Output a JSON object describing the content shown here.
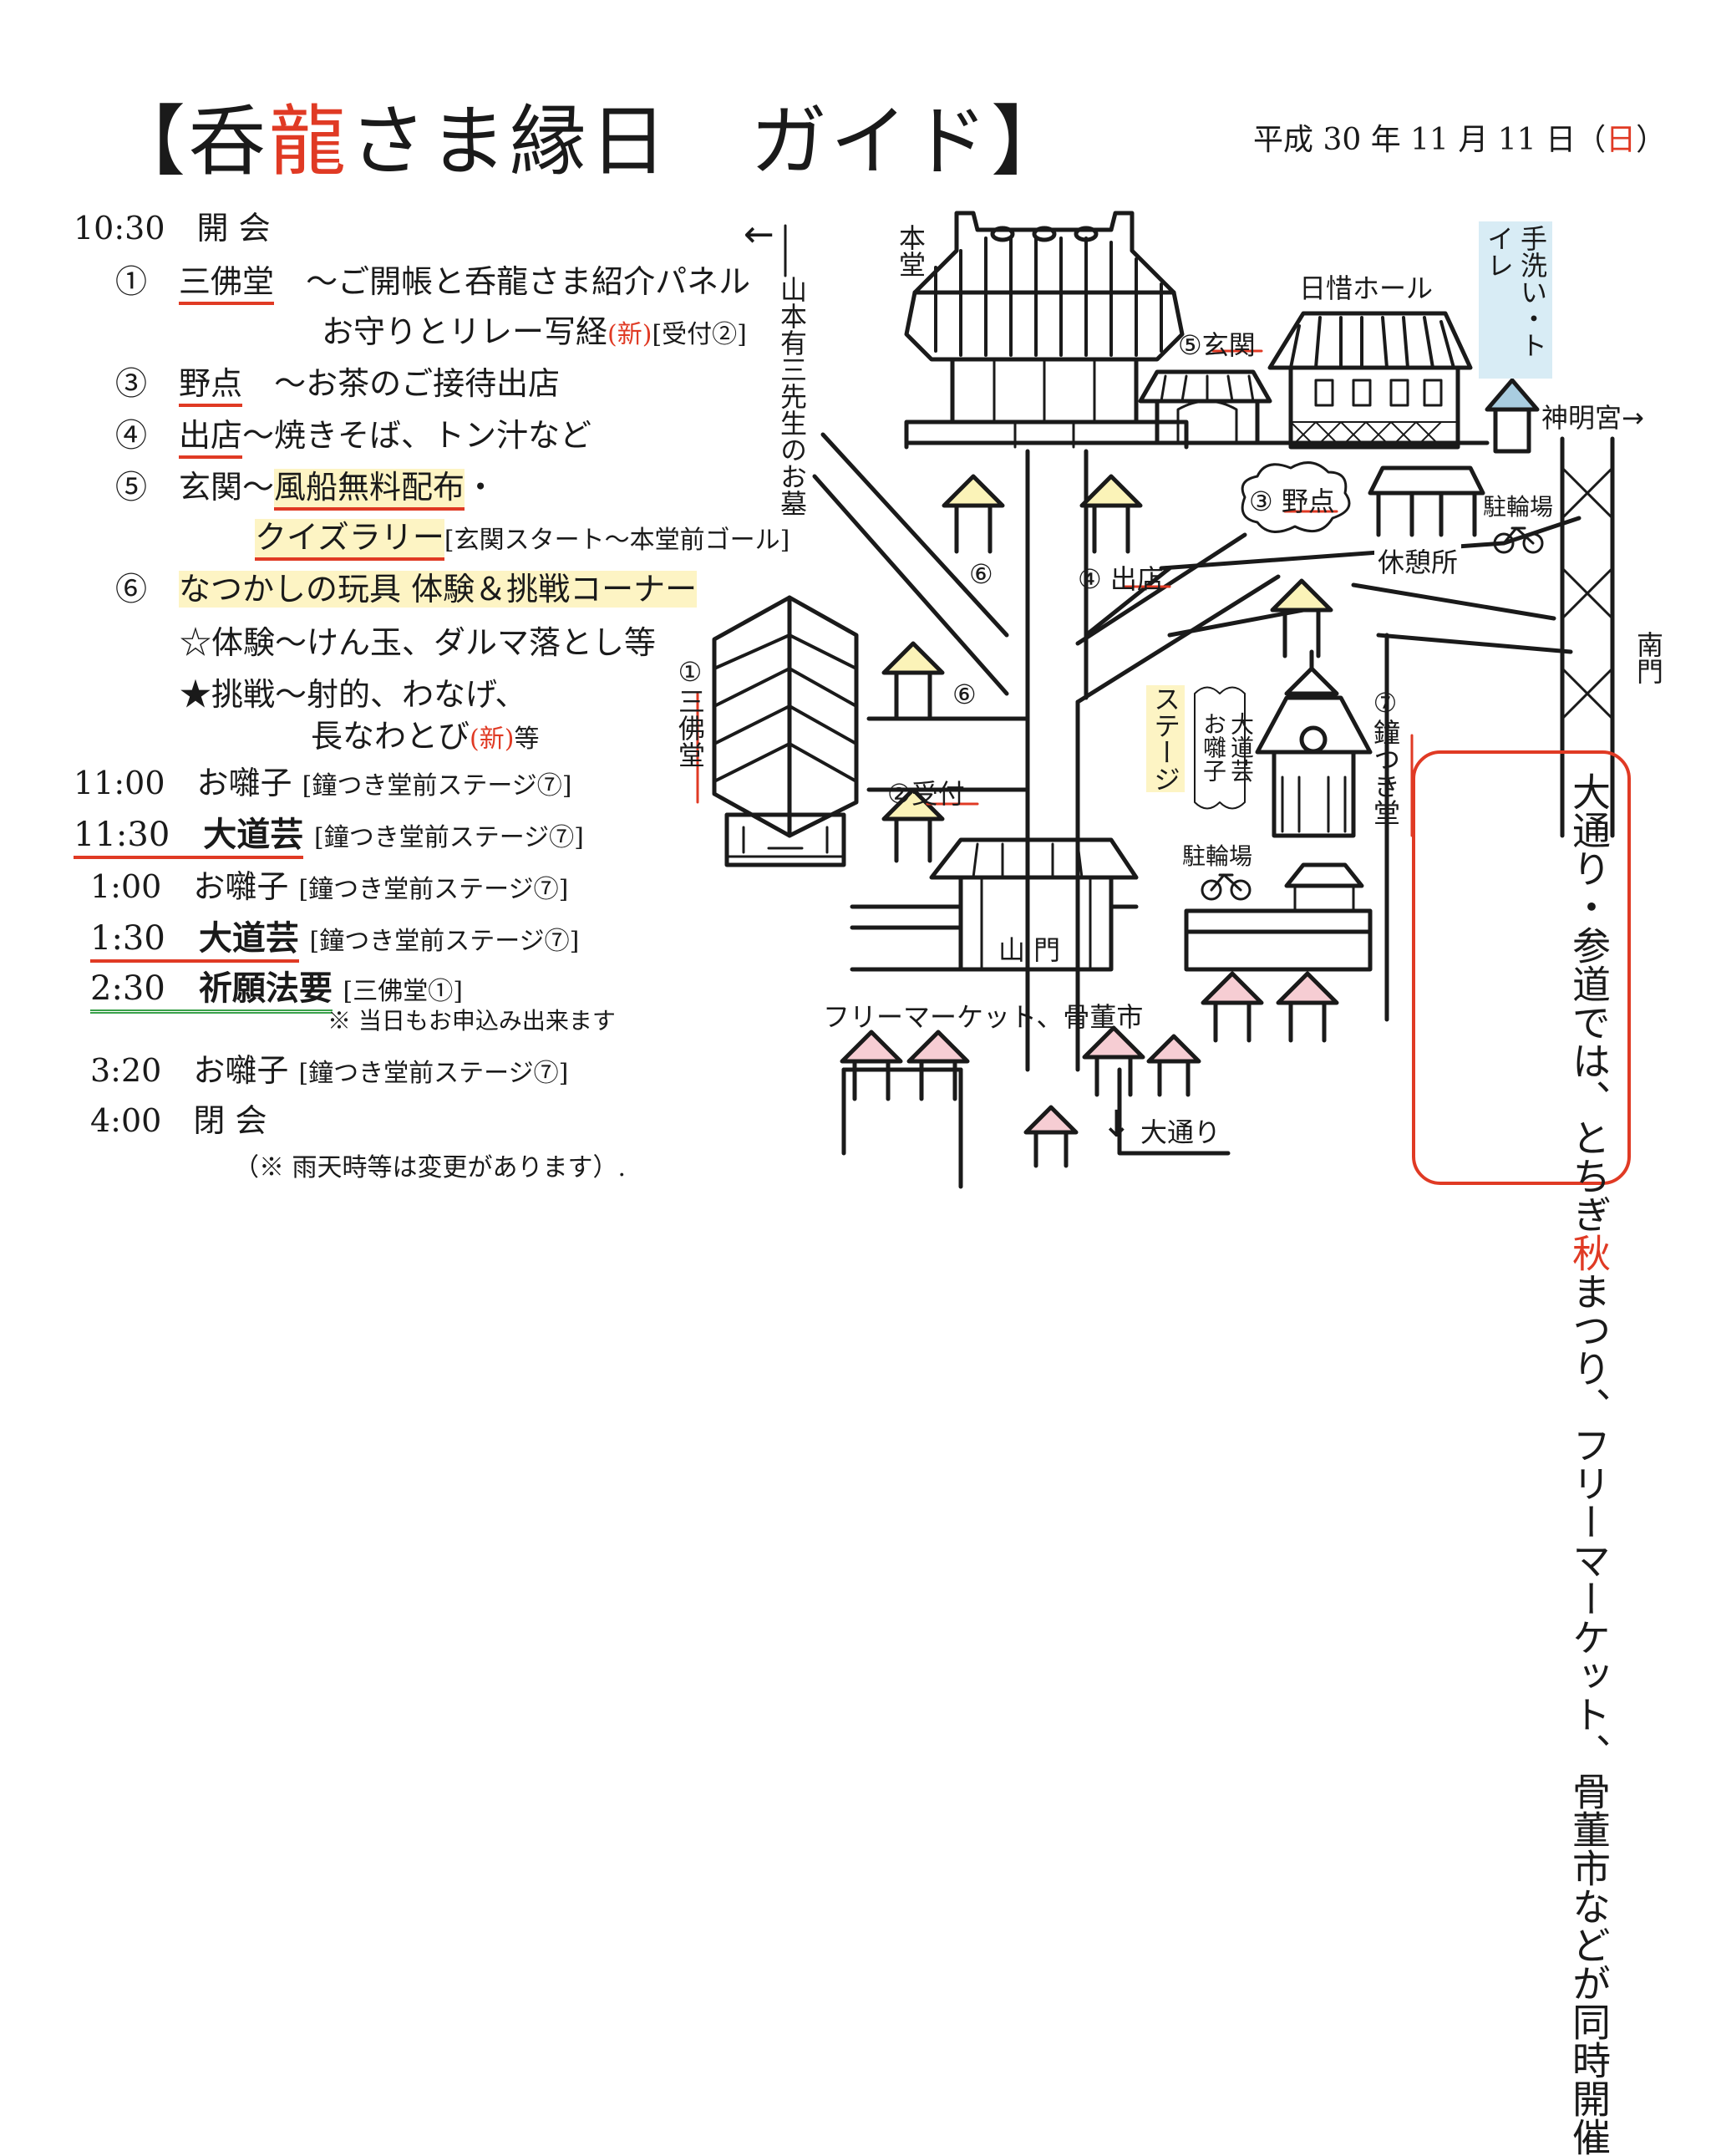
{
  "title": {
    "open": "【",
    "part1": "呑",
    "part2": "龍",
    "part3": "さま縁日　ガイド",
    "close": "】"
  },
  "date": {
    "main": "平成 30 年 11 月 11 日（",
    "day": "日",
    "end": "）"
  },
  "schedule": {
    "open_time": "10:30",
    "open_label": "開 会",
    "e1_num": "①",
    "e1_place": "三佛堂",
    "e1_desc": "～ご開帳と呑龍さま紹介パネル",
    "e1_line2": "お守りとリレー写経",
    "new_mark": "(新)",
    "e1_recep": "[受付②]",
    "e3_num": "③",
    "e3_place": "野点",
    "e3_desc": "～お茶のご接待出店",
    "e4_num": "④",
    "e4_place": "出店",
    "e4_desc": "～焼きそば、トン汁など",
    "e5_num": "⑤",
    "e5_place": "玄関～",
    "e5_item1": "風船無料配布",
    "e5_dot": "・",
    "e5_item2": "クイズラリー",
    "e5_note": "[玄関スタート～本堂前ゴール]",
    "e6_num": "⑥",
    "e6_title": "なつかしの玩具 体験＆挑戦コーナー",
    "e6_line1": "☆体験～けん玉、ダルマ落とし等",
    "e6_line2": "★挑戦～射的、わなげ、",
    "e6_line3a": "長なわとび",
    "e6_line3b": "等",
    "t1100": "11:00",
    "t1100_ev": "お囃子",
    "stage7": "[鐘つき堂前ステージ⑦]",
    "t1130": "11:30",
    "t1130_ev": "大道芸",
    "t100": "1:00",
    "t100_ev": "お囃子",
    "t130": "1:30",
    "t130_ev": "大道芸",
    "t230": "2:30",
    "t230_ev": "祈願法要",
    "t230_place": "[三佛堂①]",
    "t230_note": "※ 当日もお申込み出来ます",
    "t320": "3:20",
    "t320_ev": "お囃子",
    "t400": "4:00",
    "close_label": "閉 会",
    "rain_note": "（※ 雨天時等は変更があります）."
  },
  "map": {
    "hondo": "本堂",
    "grave": "山本有三先生のお墓",
    "arrow_left": "←",
    "hall": "日惜ホール",
    "toilet": "手洗い・トイレ",
    "shinmei": "神明宮",
    "arrow_right": "→",
    "genkan_num": "⑤",
    "genkan": "玄関",
    "nodate_num": "③",
    "nodate": "野点",
    "parking": "駐輪場",
    "rest": "休憩所",
    "shop_num": "④",
    "shop": "出店",
    "six_a": "⑥",
    "six_b": "⑥",
    "sanbutsu_num": "①",
    "sanbutsu": "三佛堂",
    "recep_num": "②",
    "recep": "受付",
    "stage": "ステージ",
    "daidogei": "大道芸",
    "ohayashi": "お囃子",
    "bell_num": "⑦",
    "bell": "鐘つき堂",
    "south_gate": "南門",
    "parking2": "駐輪場",
    "sanmon": "山 門",
    "flea": "フリーマーケット、骨董市",
    "down_arrow": "↓",
    "odori": "大通り"
  },
  "info_box": "大通り・参道では、とちぎ秋まつり、フリーマーケット、骨董市などが同時開催",
  "info_box_parts": {
    "a": "大通り・参道では、とちぎ",
    "red": "秋",
    "b": "まつり、フリーマーケット、骨董市などが同時開催"
  },
  "colors": {
    "accent": "#e03a24",
    "highlight": "#fdf4c4",
    "tent_yellow": "#fbf3b8",
    "tent_pink": "#f6cdd3",
    "toilet_blue": "#a9cde0",
    "green": "#3aa14a"
  }
}
